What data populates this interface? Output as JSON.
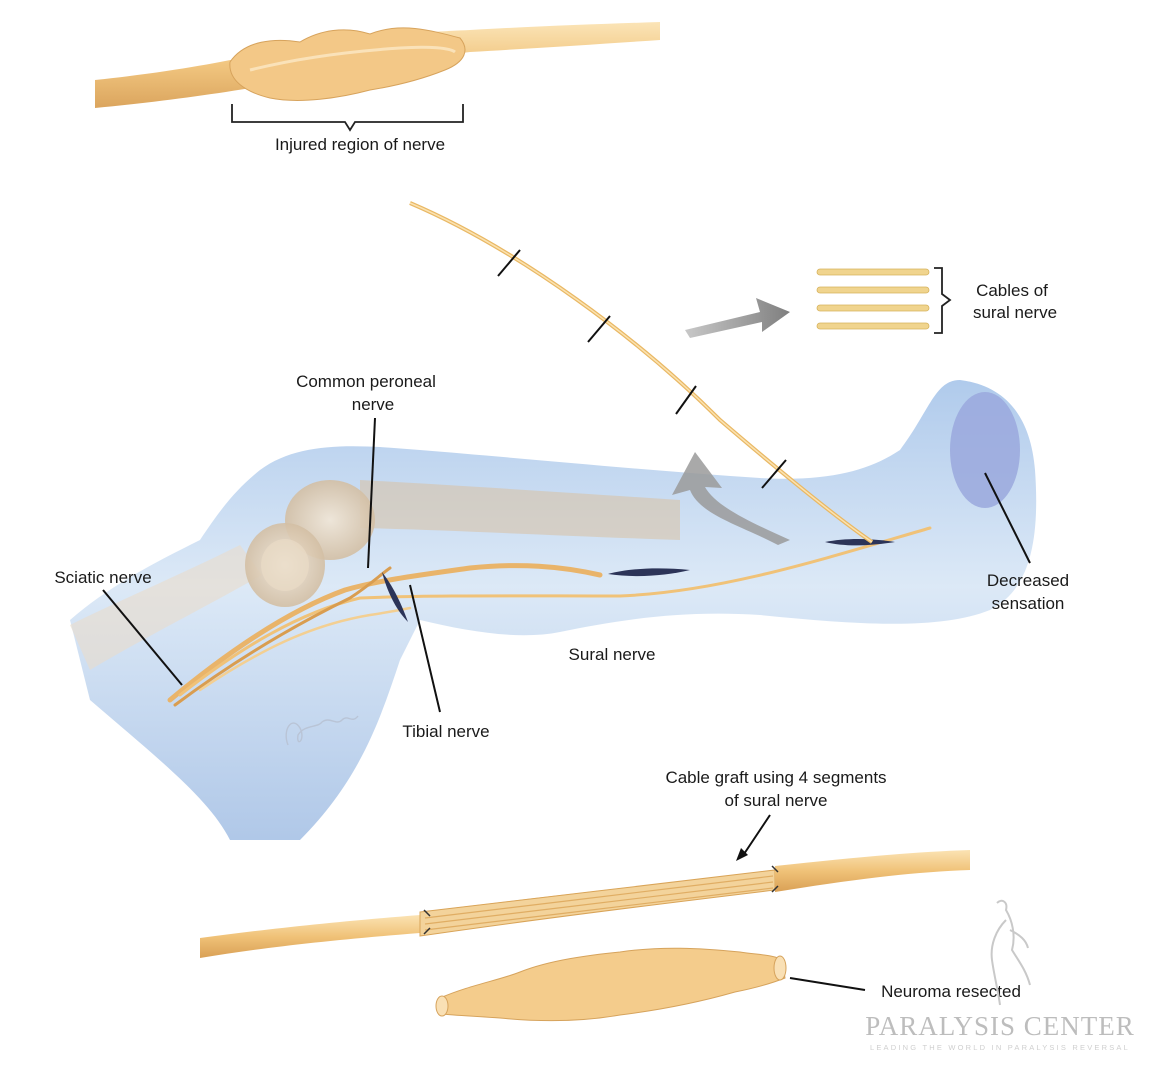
{
  "labels": {
    "injured_region": "Injured region of nerve",
    "cables_line1": "Cables of",
    "cables_line2": "sural nerve",
    "common_peroneal_line1": "Common peroneal",
    "common_peroneal_line2": "nerve",
    "sciatic": "Sciatic nerve",
    "decreased_line1": "Decreased",
    "decreased_line2": "sensation",
    "sural": "Sural nerve",
    "tibial": "Tibial nerve",
    "cable_graft_line1": "Cable graft using 4 segments",
    "cable_graft_line2": "of sural nerve",
    "neuroma": "Neuroma resected"
  },
  "watermark": {
    "title": "PARALYSIS CENTER",
    "tagline": "LEADING THE WORLD IN PARALYSIS REVERSAL"
  },
  "colors": {
    "nerve": "#f0c278",
    "nerve_light": "#f9deaa",
    "leg_blue": "#bcd4ee",
    "sensation_area": "#9aa8dd",
    "arrow_gray": "#8f8f8f"
  }
}
